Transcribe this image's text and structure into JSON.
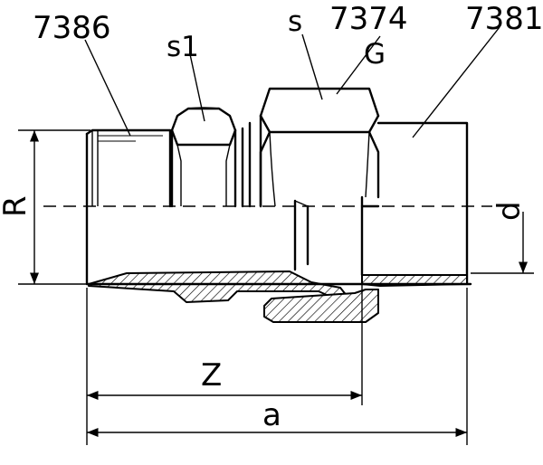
{
  "labels": {
    "part_left": "7386",
    "part_middle": "7374",
    "part_right": "7381",
    "hex_small": "s1",
    "hex_large": "s",
    "thread_nut": "G",
    "thread_male": "R",
    "inner_diameter": "d",
    "length_z": "Z",
    "length_a": "a"
  }
}
